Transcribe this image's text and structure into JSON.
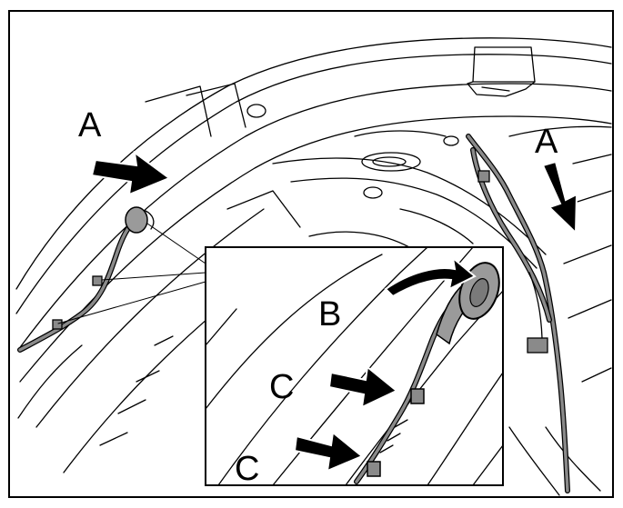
{
  "figure": {
    "callouts": {
      "a_left": "A",
      "a_right": "A",
      "b": "B",
      "c_upper": "C",
      "c_lower": "C"
    },
    "colors": {
      "line": "#000000",
      "background": "#ffffff",
      "harness_fill": "#8a8a8a",
      "grommet_fill": "#9a9a9a"
    },
    "icons": [
      "arrow-icon",
      "curved-arrow-icon"
    ]
  }
}
